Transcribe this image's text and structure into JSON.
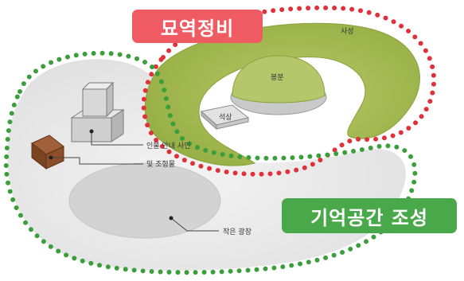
{
  "badges": {
    "cemetery_maintenance": "묘역정비",
    "memorial_space_creation": "기억공간 조성"
  },
  "labels": {
    "sasung": "사성",
    "bongbun": "봉분",
    "seoksang": "석상",
    "sign": "인물 안내 사인",
    "sign_line2": "및 조형물",
    "plaza": "작은 광장"
  },
  "colors": {
    "red": "#e0303a",
    "green": "#3a9e3a",
    "badge_red": "#f05a63",
    "badge_green": "#49a84a",
    "grass": "#a8bd56",
    "ground": "#ececec"
  }
}
